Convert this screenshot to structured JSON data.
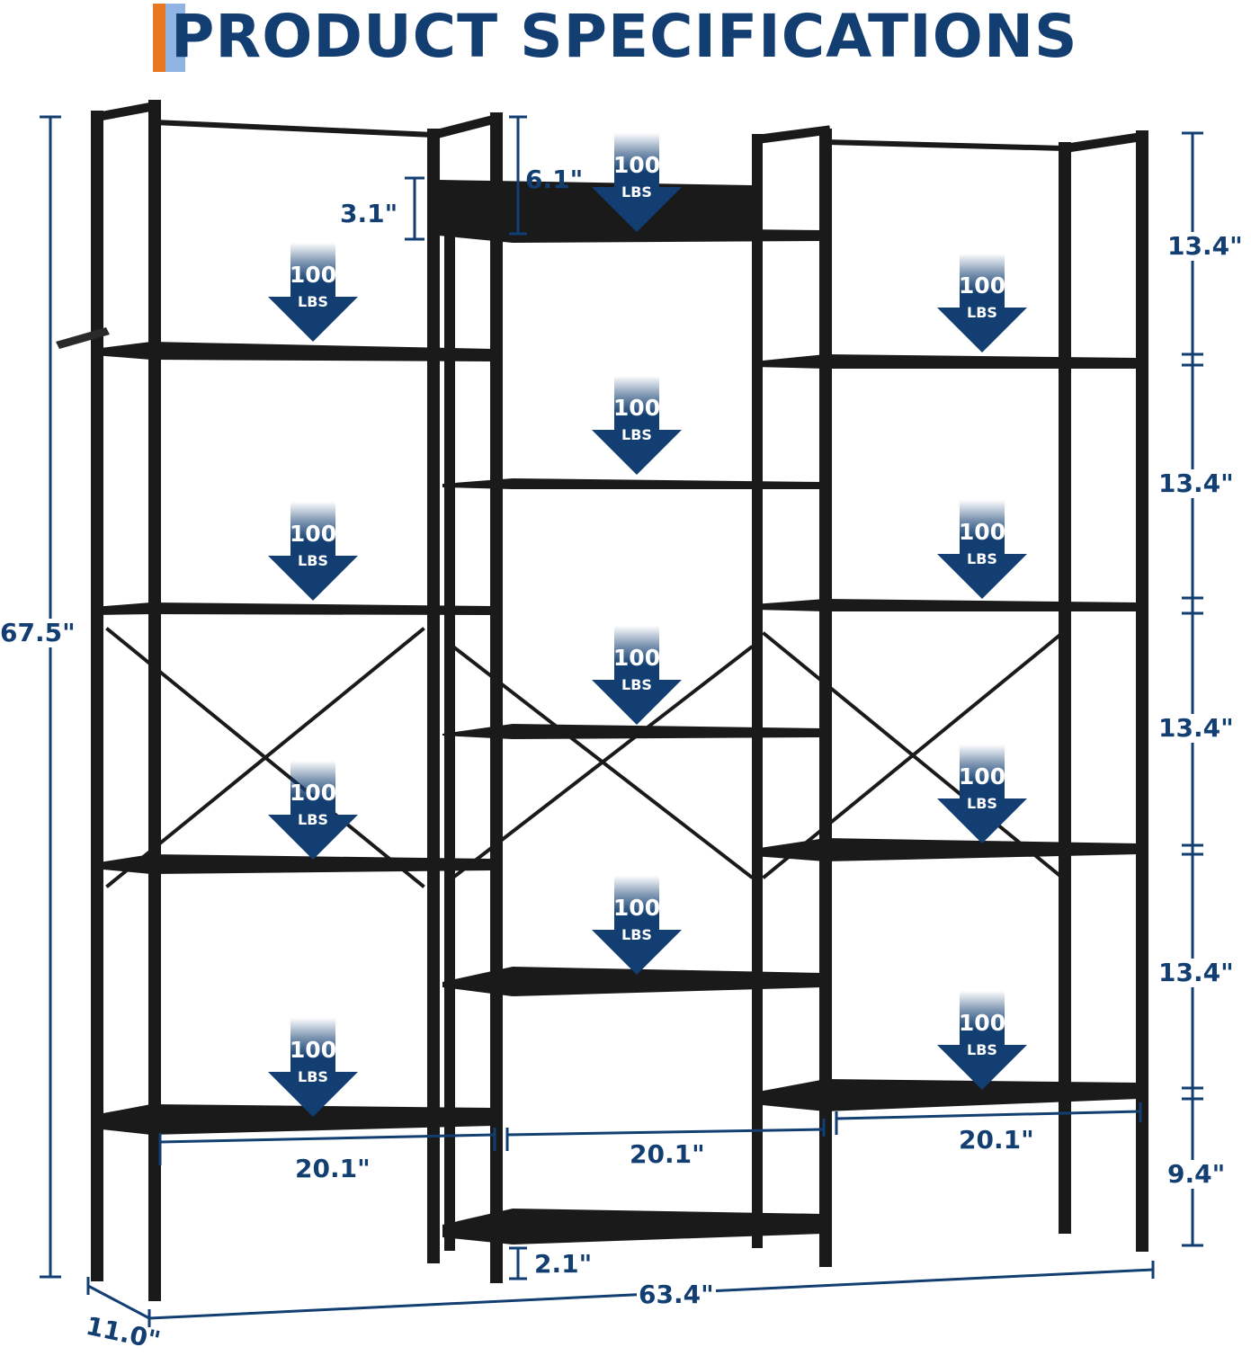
{
  "title": "PRODUCT SPECIFICATIONS",
  "colors": {
    "accent_blue": "#123e72",
    "accent_orange": "#e87722",
    "light_blue": "#8fb4e3",
    "frame": "#1a1a1a"
  },
  "load": {
    "value": "100",
    "unit": "LBS"
  },
  "dimensions": {
    "total_height": "67.5\"",
    "total_width": "63.4\"",
    "depth": "11.0\"",
    "shelf_spacing_1": "13.4\"",
    "shelf_spacing_2": "13.4\"",
    "shelf_spacing_3": "13.4\"",
    "shelf_spacing_4": "13.4\"",
    "bottom_clearance_right": "9.4\"",
    "bottom_clearance_middle": "2.1\"",
    "top_panel_height": "3.1\"",
    "top_gap_middle": "6.1\"",
    "width_left": "20.1\"",
    "width_middle": "20.1\"",
    "width_right": "20.1\""
  }
}
